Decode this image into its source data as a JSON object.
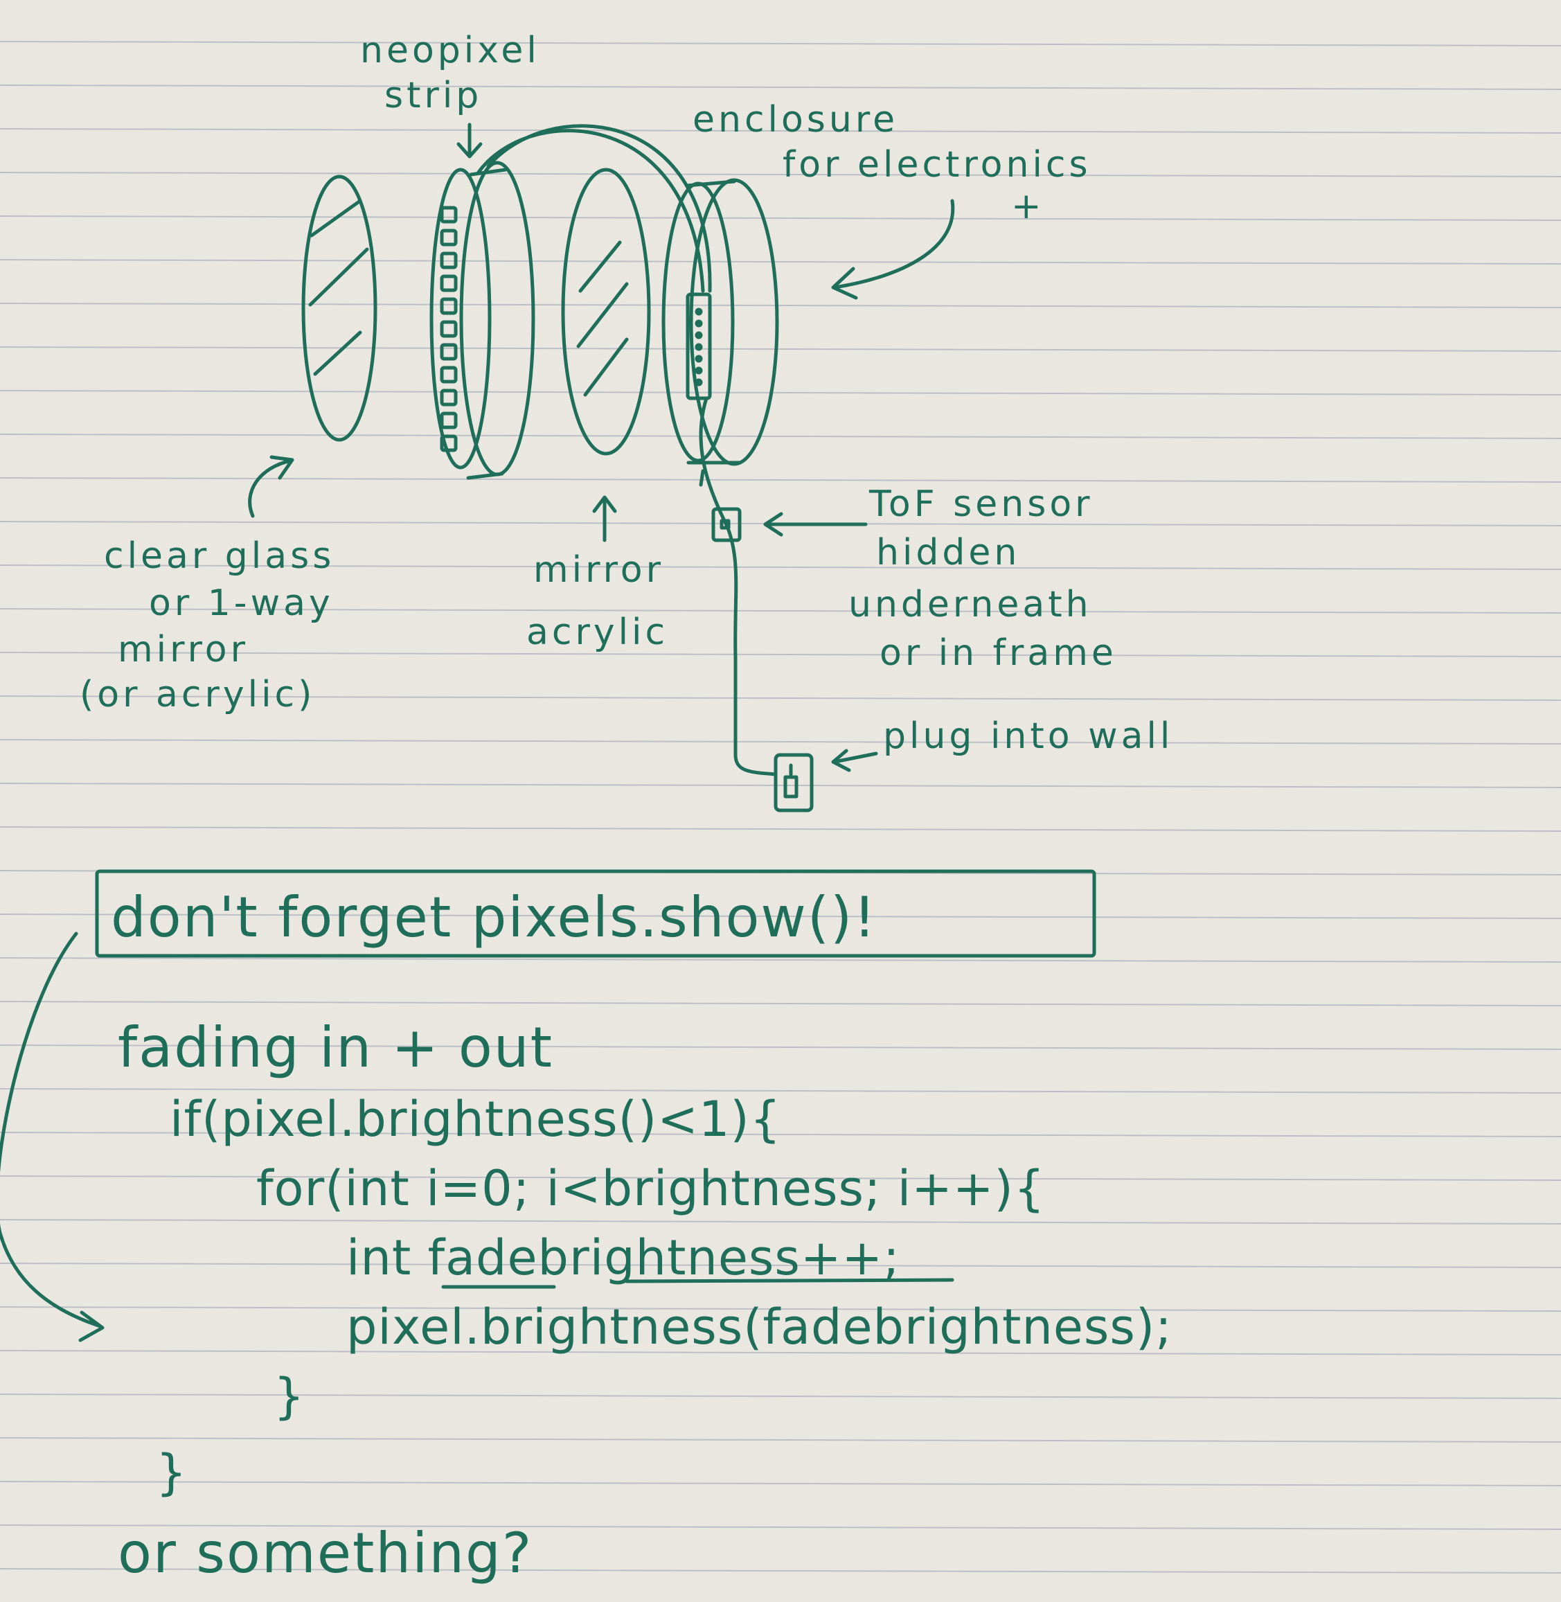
{
  "colors": {
    "paper": "#e9e7df",
    "rule_line": "#bcc0c6",
    "ink": "#1e6e5a",
    "ghost_text": "#c9c6bf"
  },
  "diagram": {
    "labels": {
      "neopixel_strip": [
        "neopixel",
        "strip"
      ],
      "enclosure": [
        "enclosure",
        "for electronics"
      ],
      "plus": "+",
      "clear_glass": [
        "clear glass",
        "or 1-way",
        "mirror",
        "(or acrylic)"
      ],
      "mirror_acrylic": [
        "mirror",
        "acrylic"
      ],
      "tof_sensor": [
        "ToF sensor",
        "hidden",
        "underneath",
        "or in frame"
      ],
      "plug": "plug into wall"
    }
  },
  "notes": {
    "reminder": "don't forget pixels.show()!",
    "heading": "fading in + out",
    "code_lines": [
      "if(pixel.brightness()<1){",
      "for(int i=0; i<brightness; i++){",
      "int fadebrightness++;",
      "pixel.brightness(fadebrightness);",
      "}",
      "}"
    ],
    "closing": "or something?"
  }
}
